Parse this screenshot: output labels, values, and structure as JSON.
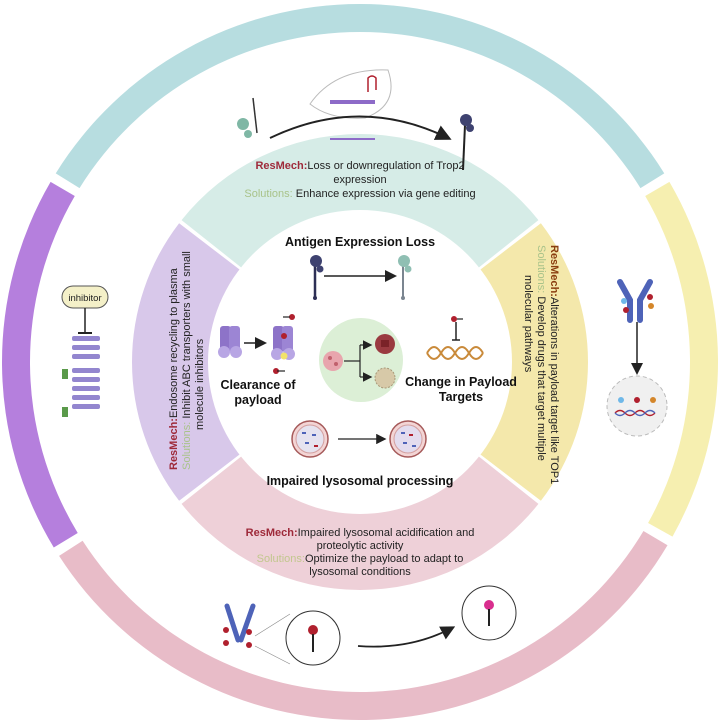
{
  "colors": {
    "outer_top": "#b7dde0",
    "outer_left": "#b57fdd",
    "outer_right": "#f6efb0",
    "outer_bottom": "#e8bcc8",
    "inner_top": "#d6ece7",
    "inner_left": "#d8c8ea",
    "inner_right": "#f4e8ab",
    "inner_bottom": "#eed0d8",
    "resmech_red": "#9e2a3a",
    "resmech_brown": "#8a3e10",
    "solutions_green": "#a9c38a",
    "solutions_yellowgreen": "#c2c78e",
    "center_circle": "#dcefd6",
    "antibody_blue": "#4e63b8",
    "payload_red": "#b0202e"
  },
  "segments": {
    "top": {
      "resmech_label": "ResMech:",
      "resmech_lines": [
        "Loss or downregulation of Trop2",
        "expression"
      ],
      "solutions_label": "Solutions:",
      "solutions_lines": [
        " Enhance expression via gene editing"
      ]
    },
    "left": {
      "resmech_label": "ResMech:",
      "resmech_text": "Endosome recycling to plasma",
      "solutions_label": "Solutions:",
      "solutions_text": " Inhibit ABC transporters with small",
      "solutions_text2": "molecule inhibitors"
    },
    "right": {
      "resmech_label": "ResMech:",
      "resmech_text": "Alterations in payload  target like TOP1",
      "solutions_label": "Solutions:",
      "solutions_text": " Develop drugs that target multiple",
      "solutions_text2": "molecular pathways"
    },
    "bottom": {
      "resmech_label": "ResMech:",
      "resmech_lines": [
        "Impaired lysosomal acidification and",
        "proteolytic activity"
      ],
      "solutions_label": "Solutions:",
      "solutions_lines": [
        "Optimize the payload to adapt to",
        "lysosomal conditions"
      ]
    }
  },
  "center": {
    "antigen_title": "Antigen Expression Loss",
    "clearance_title_lines": [
      "Clearance of",
      "payload"
    ],
    "payload_targets_title_lines": [
      "Change in Payload",
      "Targets"
    ],
    "lysosomal_title": "Impaired lysosomal processing"
  },
  "outer_icons": {
    "inhibitor_label": "inhibitor"
  }
}
